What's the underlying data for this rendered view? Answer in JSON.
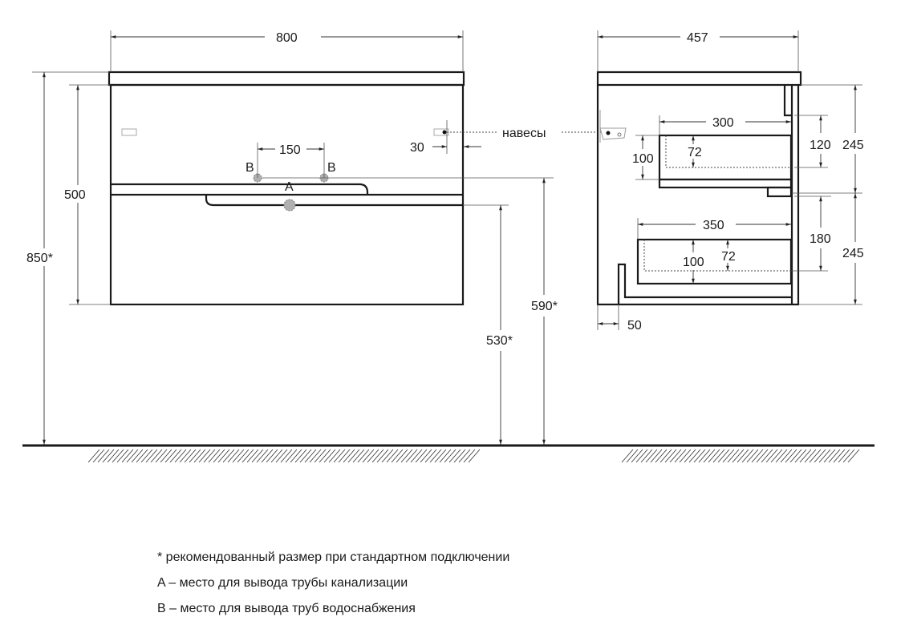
{
  "front_view": {
    "width": "800",
    "height_total": "850*",
    "body_height": "500",
    "drain_height": "590*",
    "supply_height": "530*",
    "supply_spacing": "150",
    "hinge_offset": "30",
    "hinge_label": "навесы",
    "label_a": "A",
    "label_b": "B"
  },
  "side_view": {
    "depth": "457",
    "upper_drawer_depth": "300",
    "lower_drawer_depth": "350",
    "upper_drawer_height": "100",
    "upper_inner_height": "72",
    "upper_front_gap": "120",
    "lower_drawer_height": "100",
    "lower_inner_height": "72",
    "lower_front_gap": "180",
    "upper_section": "245",
    "lower_section": "245",
    "plinth_offset": "50"
  },
  "notes": [
    "* рекомендованный размер при стандартном подключении",
    "A – место для вывода трубы канализации",
    "B – место для вывода труб водоснабжения"
  ],
  "colors": {
    "line": "#1a1a1a",
    "pipe_fill": "#b0b0b0"
  }
}
